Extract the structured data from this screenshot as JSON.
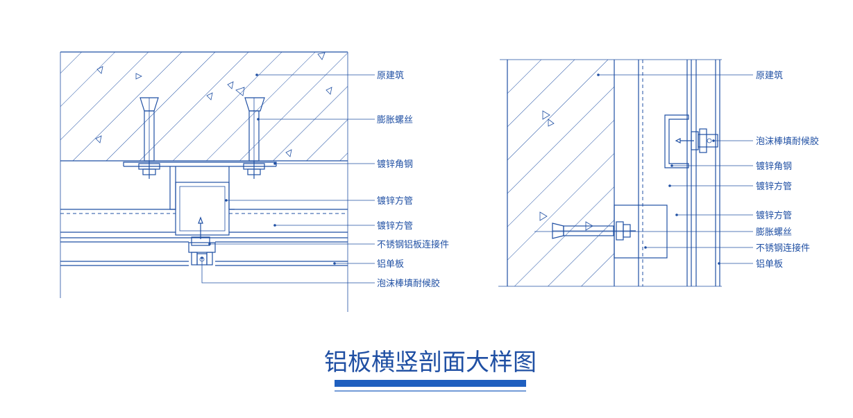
{
  "title": "铝板横竖剖面大样图",
  "left_section": {
    "labels": [
      "原建筑",
      "膨胀螺丝",
      "镀锌角钢",
      "镀锌方管",
      "镀锌方管",
      "不锈钢铝板连接件",
      "铝单板",
      "泡沫棒填耐候胶"
    ]
  },
  "right_section": {
    "labels": [
      "原建筑",
      "泡沫棒填耐候胶",
      "镀锌角钢",
      "镀锌方管",
      "镀锌方管",
      "膨胀螺丝",
      "不锈钢连接件",
      "铝单板"
    ]
  },
  "colors": {
    "line": "#1f4fa3",
    "title_bar": "#1f5fbf"
  }
}
